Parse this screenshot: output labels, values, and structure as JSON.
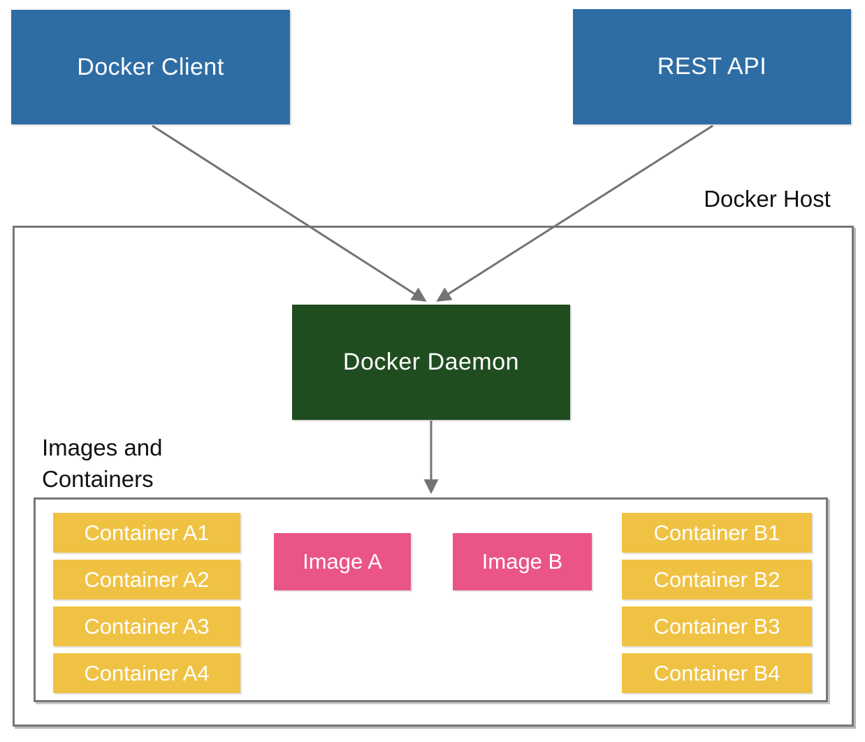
{
  "colors": {
    "node-blue": "#2e6da4",
    "node-green": "#1f4d20",
    "container-yellow": "#f0c243",
    "image-pink": "#ea5486",
    "arrow-gray": "#737373",
    "border-gray": "#767676",
    "text-light": "#ffffff",
    "text-dark": "#111111",
    "background": "#ffffff"
  },
  "nodes": {
    "docker_client": "Docker Client",
    "rest_api": "REST API",
    "docker_daemon": "Docker Daemon"
  },
  "labels": {
    "docker_host": "Docker Host",
    "images_and_containers": "Images and Containers"
  },
  "containers_a": [
    "Container A1",
    "Container A2",
    "Container A3",
    "Container A4"
  ],
  "images": [
    "Image A",
    "Image B"
  ],
  "containers_b": [
    "Container B1",
    "Container B2",
    "Container B3",
    "Container B4"
  ]
}
